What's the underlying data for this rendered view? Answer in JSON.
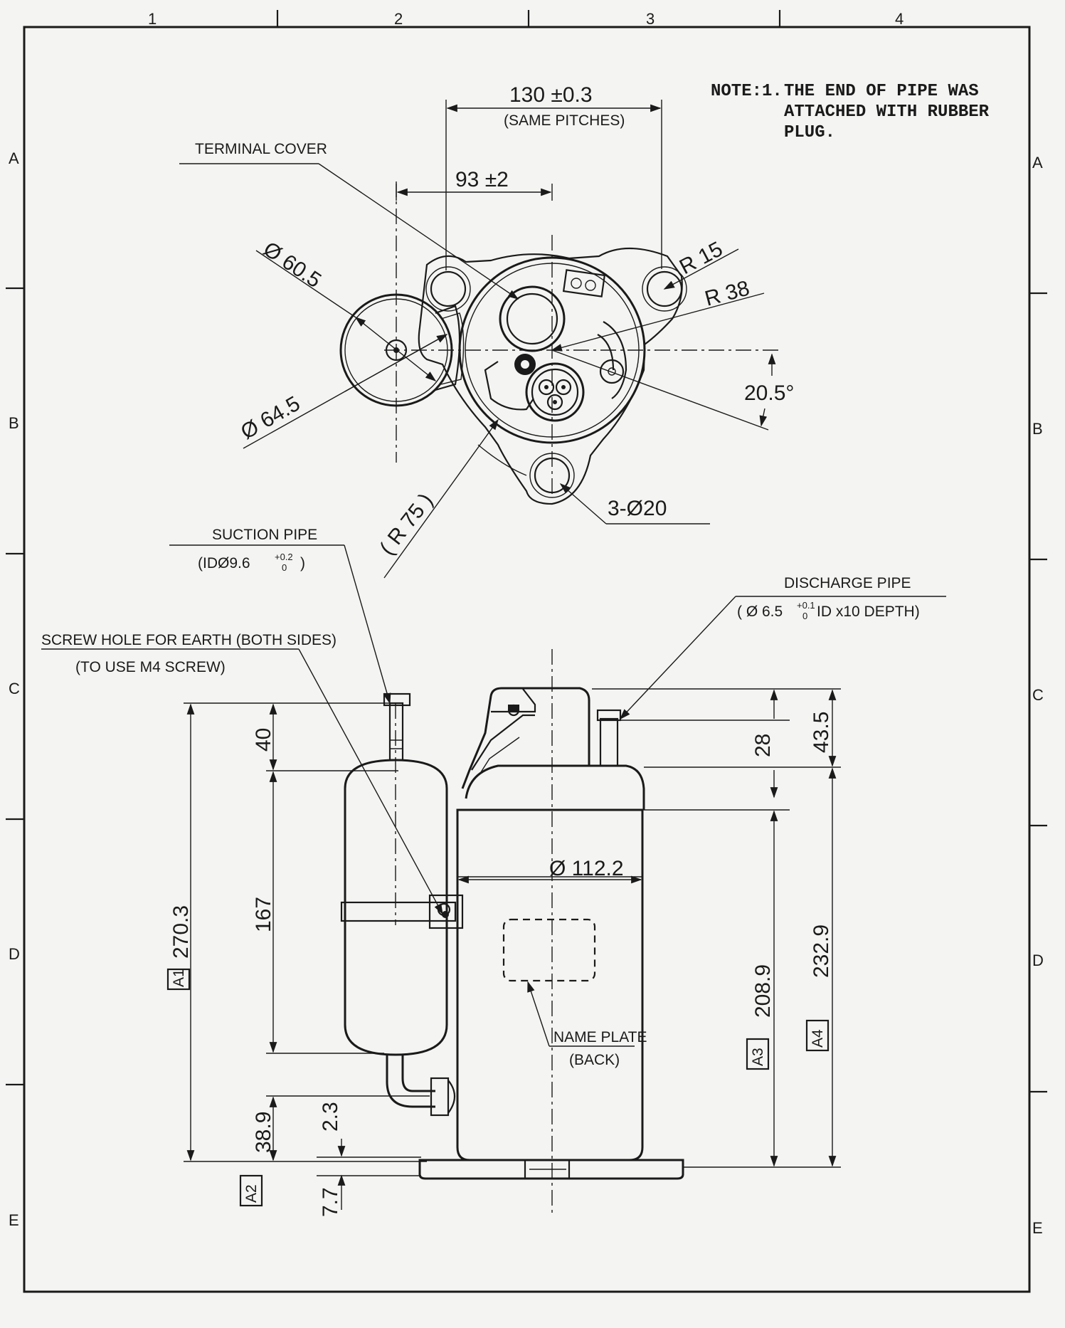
{
  "grid": {
    "columns": [
      "1",
      "2",
      "3",
      "4"
    ],
    "rows": [
      "A",
      "B",
      "C",
      "D",
      "E"
    ]
  },
  "note": {
    "prefix": "NOTE:1.",
    "lines": [
      "THE END OF PIPE WAS",
      "ATTACHED WITH RUBBER",
      "PLUG."
    ]
  },
  "top_view": {
    "pitch_dim": "130 ±0.3",
    "pitch_note": "(SAME PITCHES)",
    "offset_dim": "93 ±2",
    "terminal_cover": "TERMINAL COVER",
    "dia_accumulator_top": "Ø 60.5",
    "dia_accumulator": "Ø 64.5",
    "radius_small": "R 15",
    "radius_body": "R 38",
    "angle": "20.5°",
    "holes": "3-Ø20",
    "radius_mount": "( R 75 )"
  },
  "front_view": {
    "suction_pipe": "SUCTION PIPE",
    "suction_pipe_spec": "(IDØ9.6",
    "suction_tol_upper": "+0.2",
    "suction_tol_lower": "0",
    "suction_close": ")",
    "discharge_pipe": "DISCHARGE PIPE",
    "discharge_spec_a": "( Ø 6.5",
    "discharge_tol_upper": "+0.1",
    "discharge_tol_lower": "0",
    "discharge_spec_b": "ID x10 DEPTH)",
    "screw_hole": "SCREW HOLE FOR EARTH (BOTH SIDES)",
    "screw_note": "(TO USE M4 SCREW)",
    "body_dia": "Ø 112.2",
    "name_plate": "NAME PLATE",
    "name_plate_note": "(BACK)",
    "dims": {
      "d40": "40",
      "d167": "167",
      "d270": "270.3",
      "d38": "38.9",
      "d2_3": "2.3",
      "d7_7": "7.7",
      "d28": "28",
      "d43": "43.5",
      "d208": "208.9",
      "d232": "232.9"
    },
    "tags": {
      "a1": "A1",
      "a2": "A2",
      "a3": "A3",
      "a4": "A4"
    }
  }
}
